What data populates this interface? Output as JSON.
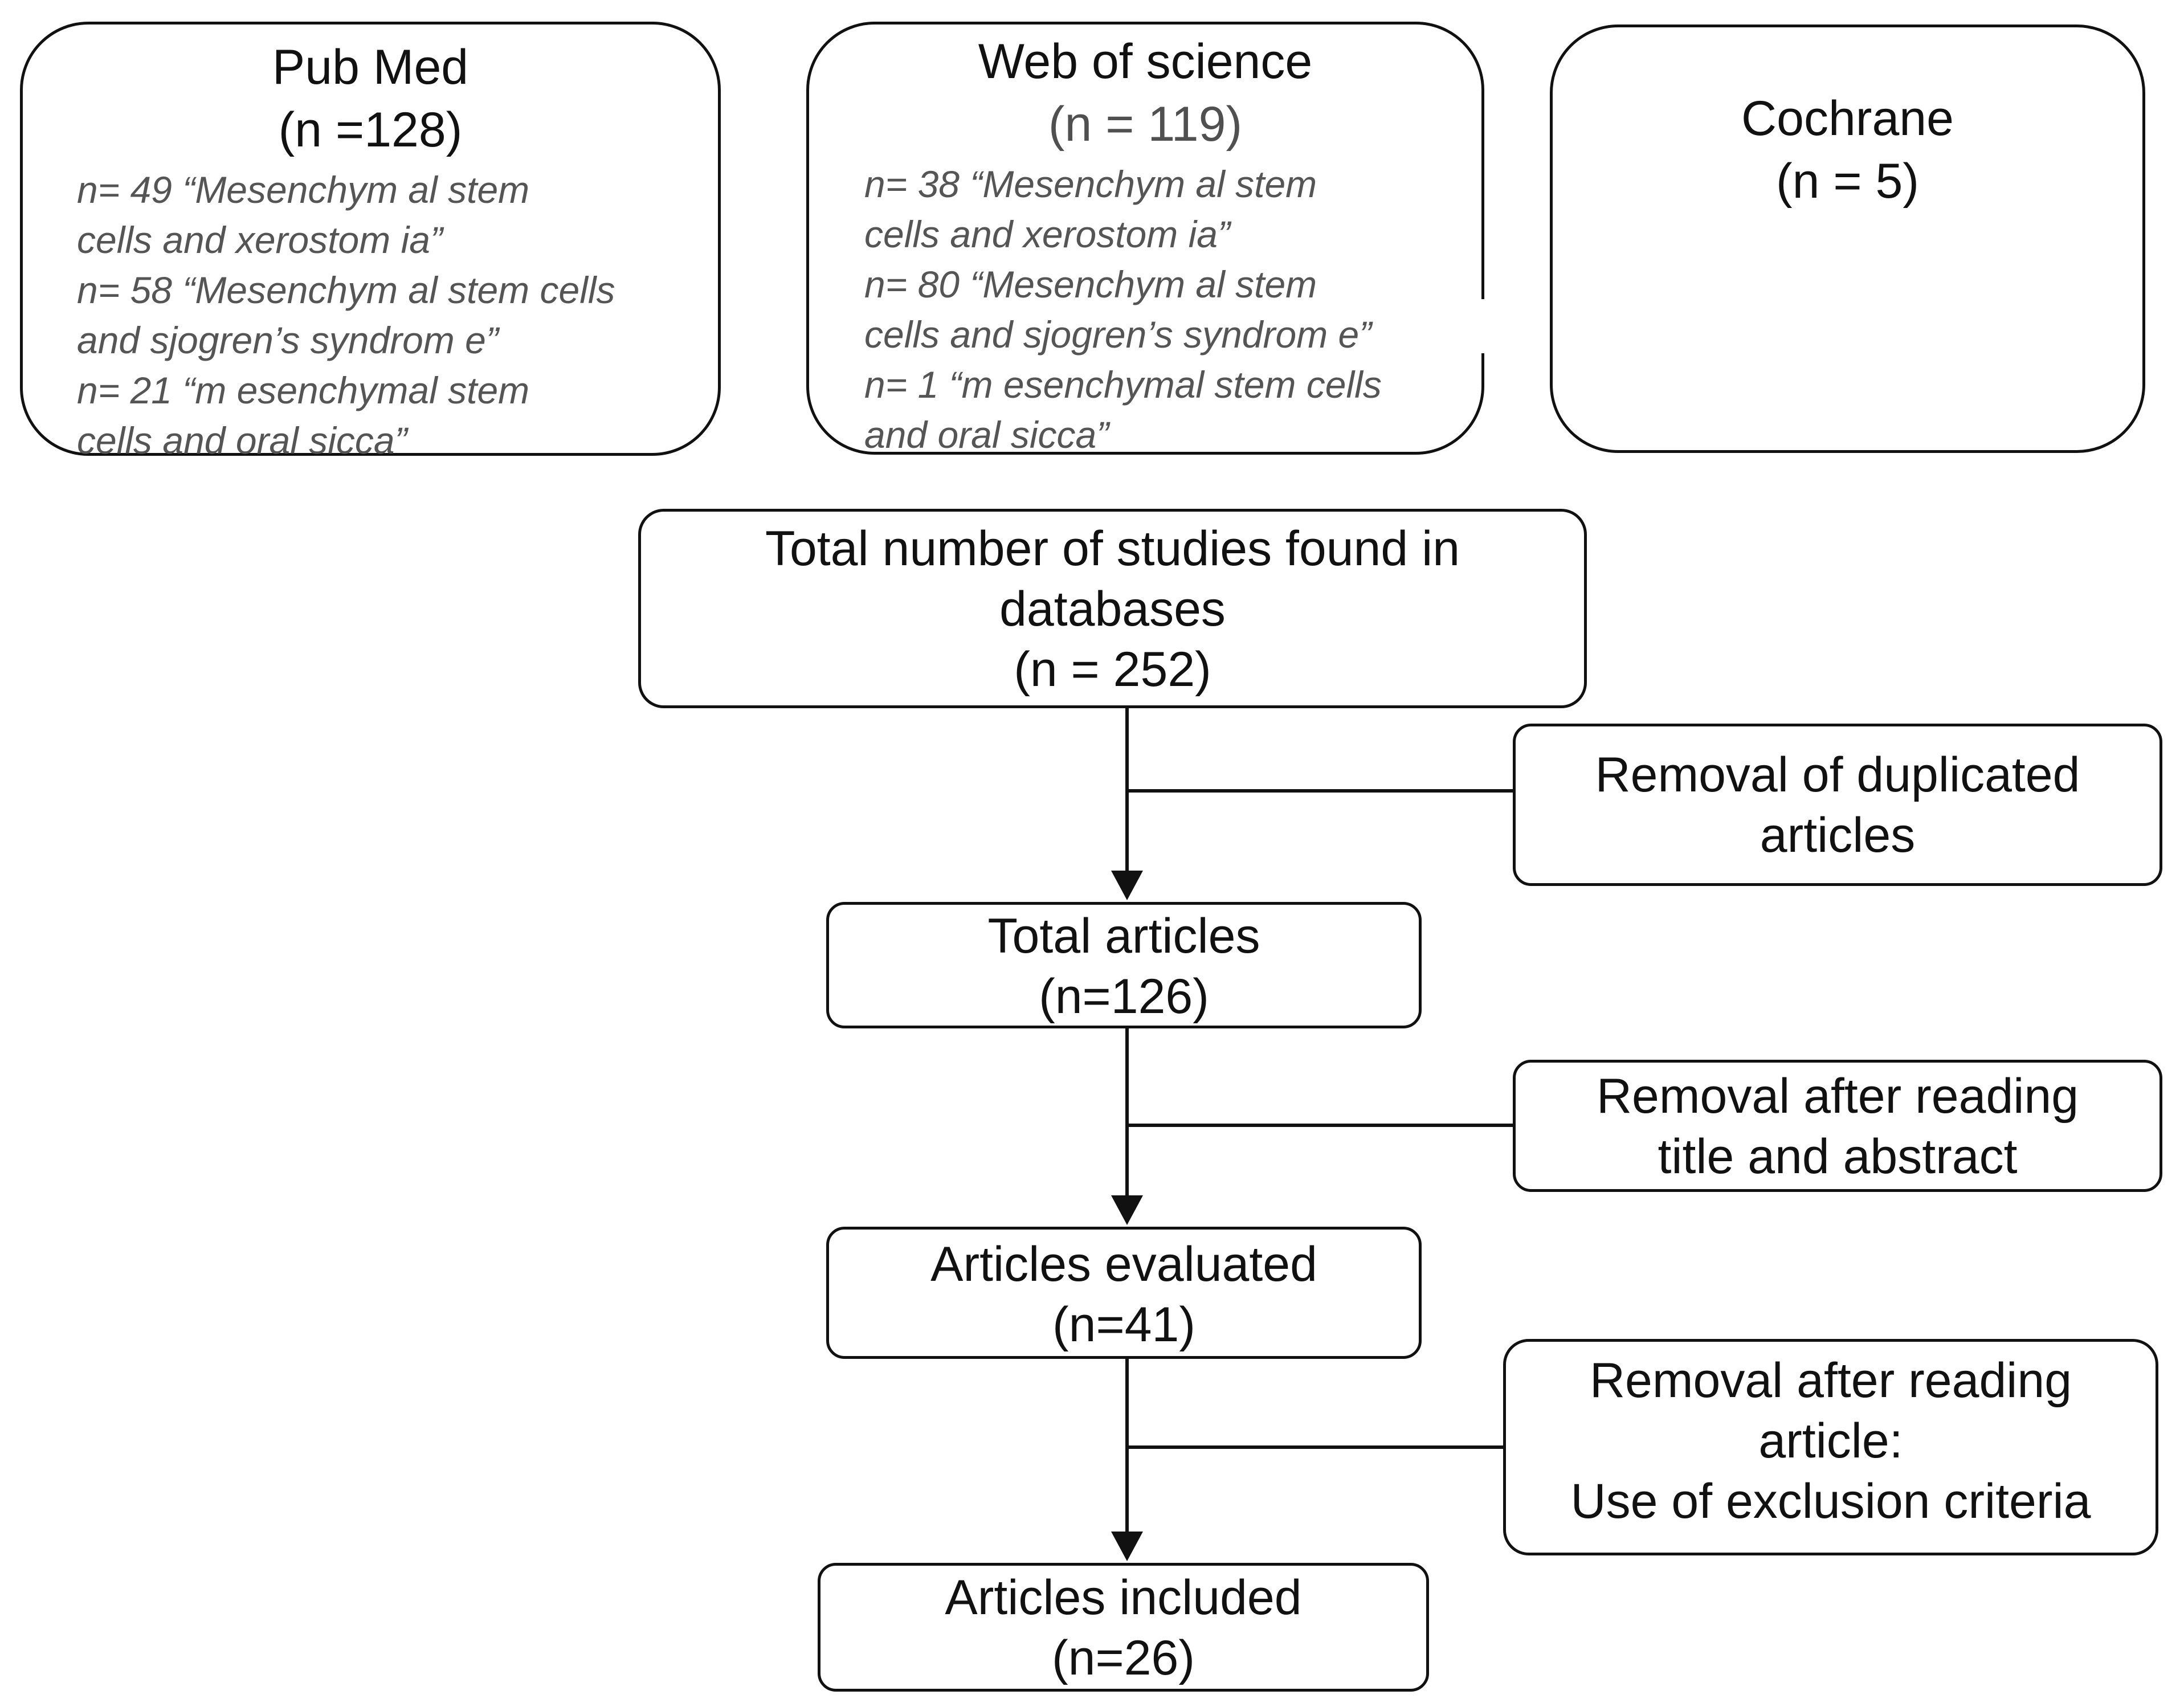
{
  "sources": {
    "pubmed": {
      "title": "Pub Med",
      "count": "(n =128)",
      "queries": [
        {
          "line1": "n= 49  “Mesenchym al stem",
          "line2": "cells and xerostom ia”"
        },
        {
          "line1": "n= 58 “Mesenchym al stem cells",
          "line2": "and sjogren’s syndrom e”"
        },
        {
          "line1": " n= 21 “m esenchymal stem",
          "line2": "cells and oral sicca”"
        }
      ]
    },
    "web_of_science": {
      "title": "Web of science",
      "count": "(n = 119)",
      "queries": [
        {
          "line1": "n= 38 “Mesenchym al stem",
          "line2": "cells and xerostom ia”"
        },
        {
          "line1": "n= 80 “Mesenchym al stem",
          "line2": "cells and sjogren’s syndrom e”"
        },
        {
          "line1": "n= 1 “m esenchymal stem cells",
          "line2": "and oral sicca”"
        }
      ]
    },
    "cochrane": {
      "title": "Cochrane",
      "count": "(n = 5)"
    }
  },
  "flow": {
    "total_found": {
      "line1": "Total number of studies found in",
      "line2": "databases",
      "count": "(n = 252)"
    },
    "removal_duplicates": {
      "line1": "Removal of duplicated",
      "line2": "articles"
    },
    "total_articles": {
      "line1": "Total articles",
      "count": "(n=126)"
    },
    "removal_title_abstract": {
      "line1": "Removal after reading",
      "line2": "title and abstract"
    },
    "articles_evaluated": {
      "line1": "Articles evaluated",
      "count": "(n=41)"
    },
    "removal_full_text": {
      "line1": "Removal after reading",
      "line2": "article:",
      "line3": "Use of exclusion criteria"
    },
    "articles_included": {
      "line1": "Articles included",
      "count": "(n=26)"
    }
  },
  "colors": {
    "stroke": "#111111",
    "query_text": "#555555",
    "background": "#ffffff"
  }
}
